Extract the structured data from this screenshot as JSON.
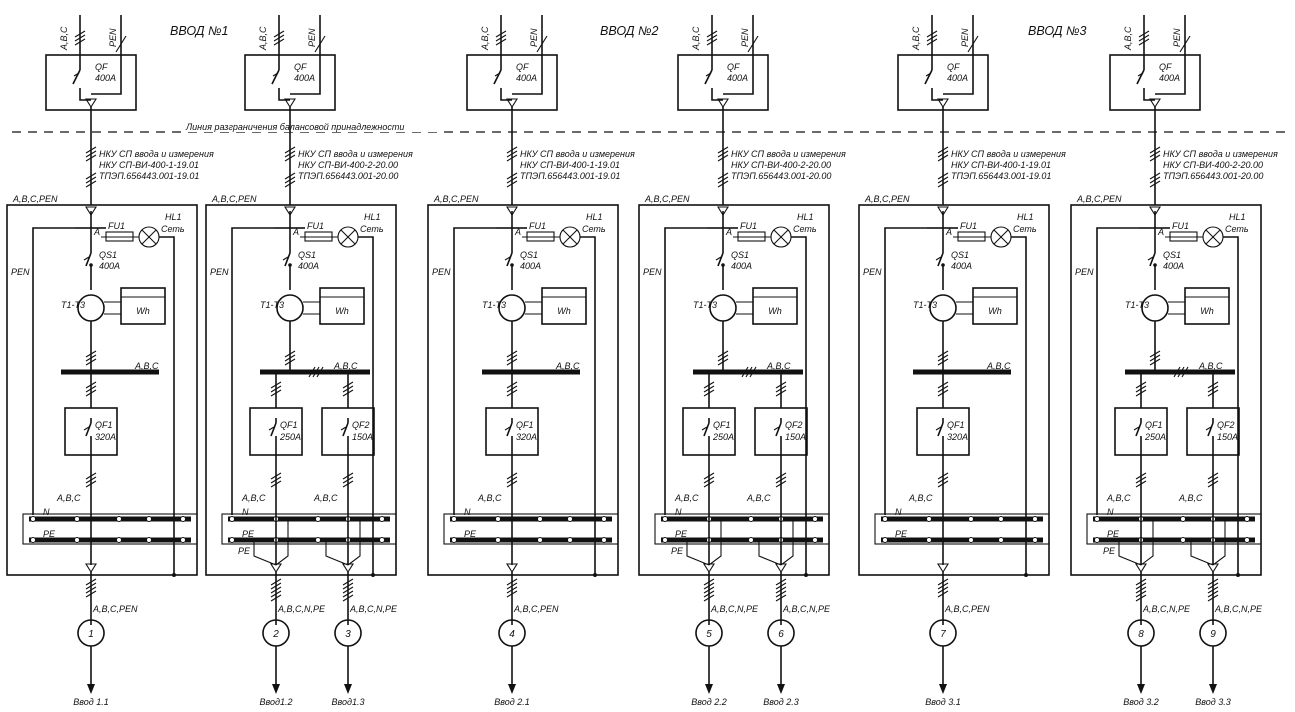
{
  "inputs": [
    {
      "title": "ВВОД №1"
    },
    {
      "title": "ВВОД №2"
    },
    {
      "title": "ВВОД №3"
    }
  ],
  "boundary_label": "Линия разграничения   балансовой принадлежности",
  "phases_label": "A,B,C",
  "pen_label": "PEN",
  "top_qf": {
    "name": "QF",
    "rating": "400A"
  },
  "main_header": "A,B,C,PEN",
  "labels": {
    "fu": "FU1",
    "hl": "HL1",
    "hl_sub": "Сеть",
    "phase_a": "A",
    "qs": "QS1",
    "qs_rating": "400A",
    "ct": "T1-T3",
    "meter": "Wh",
    "bus": "A,B,C",
    "n": "N",
    "pe": "PE",
    "pen_side": "PEN",
    "abc": "A,B,C"
  },
  "panels": [
    {
      "spec": [
        "НКУ СП ввода и измерения",
        "НКУ СП-ВИ-400-1-19.01",
        "ТПЭП.656443.001-19.01"
      ],
      "breakers": [
        {
          "name": "QF1",
          "rating": "320A"
        }
      ],
      "outputs": [
        {
          "num": "1",
          "type": "A,B,C,PEN",
          "label": "Ввод 1.1"
        }
      ]
    },
    {
      "spec": [
        "НКУ СП ввода и измерения",
        "НКУ СП-ВИ-400-2-20.00",
        "ТПЭП.656443.001-20.00"
      ],
      "breakers": [
        {
          "name": "QF1",
          "rating": "250A"
        },
        {
          "name": "QF2",
          "rating": "150A"
        }
      ],
      "outputs": [
        {
          "num": "2",
          "type": "A,B,C,N,PE",
          "label": "Ввод1.2"
        },
        {
          "num": "3",
          "type": "A,B,C,N,PE",
          "label": "Ввод1.3"
        }
      ]
    },
    {
      "spec": [
        "НКУ СП ввода и измерения",
        "НКУ СП-ВИ-400-1-19.01",
        "ТПЭП.656443.001-19.01"
      ],
      "breakers": [
        {
          "name": "QF1",
          "rating": "320A"
        }
      ],
      "outputs": [
        {
          "num": "4",
          "type": "A,B,C,PEN",
          "label": "Ввод 2.1"
        }
      ]
    },
    {
      "spec": [
        "НКУ СП ввода и измерения",
        "НКУ СП-ВИ-400-2-20.00",
        "ТПЭП.656443.001-20.00"
      ],
      "breakers": [
        {
          "name": "QF1",
          "rating": "250A"
        },
        {
          "name": "QF2",
          "rating": "150A"
        }
      ],
      "outputs": [
        {
          "num": "5",
          "type": "A,B,C,N,PE",
          "label": "Ввод 2.2"
        },
        {
          "num": "6",
          "type": "A,B,C,N,PE",
          "label": "Ввод 2.3"
        }
      ]
    },
    {
      "spec": [
        "НКУ СП ввода и измерения",
        "НКУ СП-ВИ-400-1-19.01",
        "ТПЭП.656443.001-19.01"
      ],
      "breakers": [
        {
          "name": "QF1",
          "rating": "320A"
        }
      ],
      "outputs": [
        {
          "num": "7",
          "type": "A,B,C,PEN",
          "label": "Ввод 3.1"
        }
      ]
    },
    {
      "spec": [
        "НКУ СП ввода и измерения",
        "НКУ СП-ВИ-400-2-20.00",
        "ТПЭП.656443.001-20.00"
      ],
      "breakers": [
        {
          "name": "QF1",
          "rating": "250A"
        },
        {
          "name": "QF2",
          "rating": "150A"
        }
      ],
      "outputs": [
        {
          "num": "8",
          "type": "A,B,C,N,PE",
          "label": "Ввод 3.2"
        },
        {
          "num": "9",
          "type": "A,B,C,N,PE",
          "label": "Ввод 3.3"
        }
      ]
    }
  ]
}
